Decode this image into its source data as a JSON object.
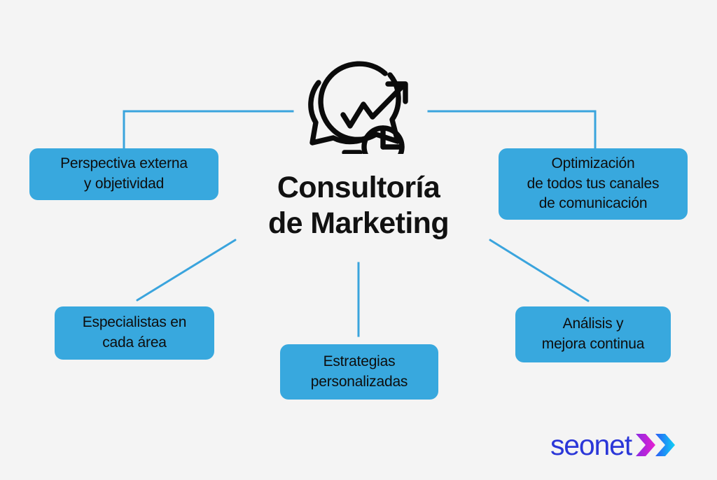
{
  "theme": {
    "background": "#f4f4f4",
    "node_fill": "#38a8de",
    "connector": "#3aa4dd",
    "title_color": "#111111",
    "node_text_color": "#0d0d0d",
    "logo_word_color": "#2b37d8",
    "logo_chevron_1_color": "#b832d4",
    "logo_chevron_2_color": "#14bdf0"
  },
  "center": {
    "icon": "chat-bubbles-growth-chart-icon",
    "title_lines": [
      "Consultoría",
      "de Marketing"
    ],
    "title_text": "Consultoría de Marketing"
  },
  "nodes": [
    {
      "id": "perspectiva",
      "lines": [
        "Perspectiva externa",
        "y objetividad"
      ],
      "text": "Perspectiva externa y objetividad",
      "position": "top-left"
    },
    {
      "id": "optimizacion",
      "lines": [
        "Optimización",
        "de todos tus canales",
        "de comunicación"
      ],
      "text": "Optimización de todos tus canales de comunicación",
      "position": "top-right"
    },
    {
      "id": "especialistas",
      "lines": [
        "Especialistas en",
        "cada área"
      ],
      "text": "Especialistas en cada área",
      "position": "bottom-left"
    },
    {
      "id": "estrategias",
      "lines": [
        "Estrategias",
        "personalizadas"
      ],
      "text": "Estrategias personalizadas",
      "position": "bottom-center"
    },
    {
      "id": "analisis",
      "lines": [
        "Análisis y",
        "mejora continua"
      ],
      "text": "Análisis y mejora continua",
      "position": "bottom-right"
    }
  ],
  "logo": {
    "word": "seonet",
    "chevron_icon": "double-chevron-right-icon"
  }
}
